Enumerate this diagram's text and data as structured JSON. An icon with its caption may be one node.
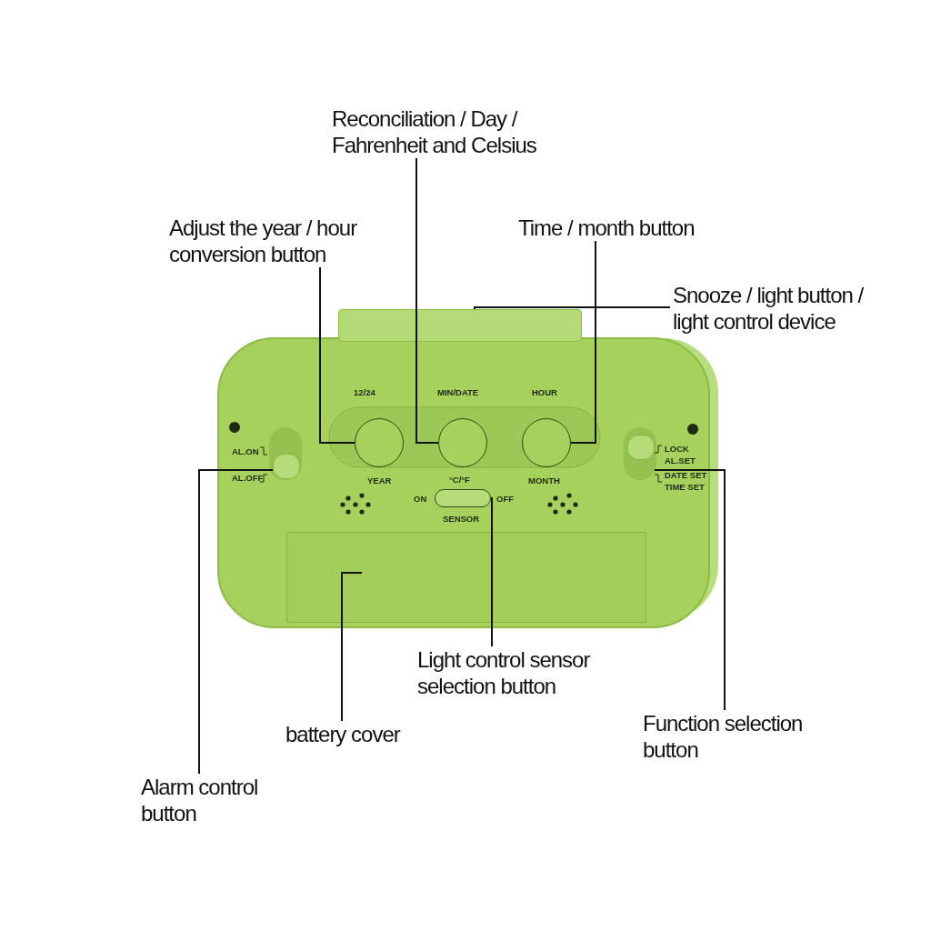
{
  "diagram": {
    "nodes": [
      {
        "text": [
          "Reconciliation / Day / Fahrenheit and Celsius"
        ]
      },
      {
        "text": [
          "Adjust the year / hour conversion button"
        ]
      },
      {
        "text": [
          "Time / month button"
        ]
      },
      {
        "text": [
          "Snooze / light button / light control device"
        ]
      },
      {
        "text": [
          "Light control sensor selection button"
        ]
      },
      {
        "text": [
          "battery cover"
        ]
      },
      {
        "text": [
          "Function selection button"
        ]
      },
      {
        "text": [
          "Alarm control button"
        ]
      },
      {
        "text": [],
        "shape": "bar"
      },
      {
        "text": [],
        "shape": "circle",
        "beside": [
          "12/24"
        ]
      },
      {
        "text": [],
        "shape": "circle",
        "beside": [
          "MIN/DATE"
        ]
      },
      {
        "text": [],
        "shape": "circle",
        "beside": [
          "HOUR"
        ]
      },
      {
        "text": [],
        "shape": "bar",
        "beside": [
          "AL.ON",
          "AL.OFF"
        ]
      },
      {
        "text": [],
        "shape": "bar",
        "beside": [
          "LOCK",
          "AL.SET",
          "DATE SET",
          "TIME SET"
        ]
      },
      {
        "text": [],
        "shape": "bar",
        "beside": [
          "ON",
          "OFF",
          "SENSOR"
        ]
      },
      {
        "text": [],
        "shape": "box"
      }
    ],
    "edges": [
      {
        "from": 0,
        "to": 10,
        "arrow": "none"
      },
      {
        "from": 1,
        "to": 9,
        "arrow": "none"
      },
      {
        "from": 2,
        "to": 11,
        "arrow": "none"
      },
      {
        "from": 3,
        "to": 8,
        "arrow": "none"
      },
      {
        "from": 4,
        "to": 14,
        "arrow": "none"
      },
      {
        "from": 5,
        "to": 15,
        "arrow": "none"
      },
      {
        "from": 6,
        "to": 13,
        "arrow": "none"
      },
      {
        "from": 7,
        "to": 12,
        "arrow": "none"
      }
    ],
    "labels": [
      "YEAR",
      "°C/°F",
      "MONTH"
    ]
  }
}
